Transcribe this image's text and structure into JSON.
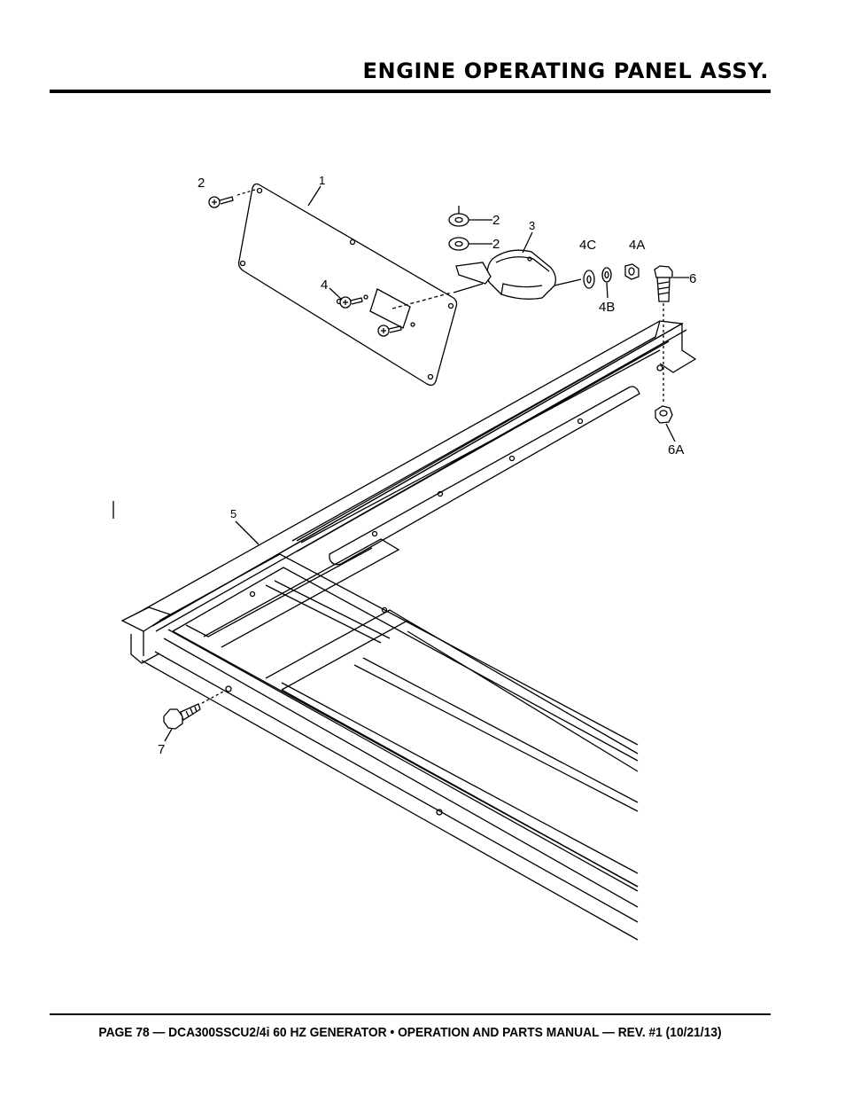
{
  "header": {
    "title": "ENGINE OPERATING PANEL ASSY."
  },
  "diagram": {
    "callouts": {
      "c1": "1",
      "c2a": "2",
      "c2b": "2",
      "c2c": "2",
      "c3": "3",
      "c4": "4",
      "c4a": "4A",
      "c4b": "4B",
      "c4c": "4C",
      "c5": "5",
      "c6": "6",
      "c6a": "6A",
      "c7": "7"
    }
  },
  "footer": {
    "text": "PAGE 78 — DCA300SSCU2/4i 60 HZ GENERATOR • OPERATION AND PARTS MANUAL — REV. #1 (10/21/13)"
  }
}
